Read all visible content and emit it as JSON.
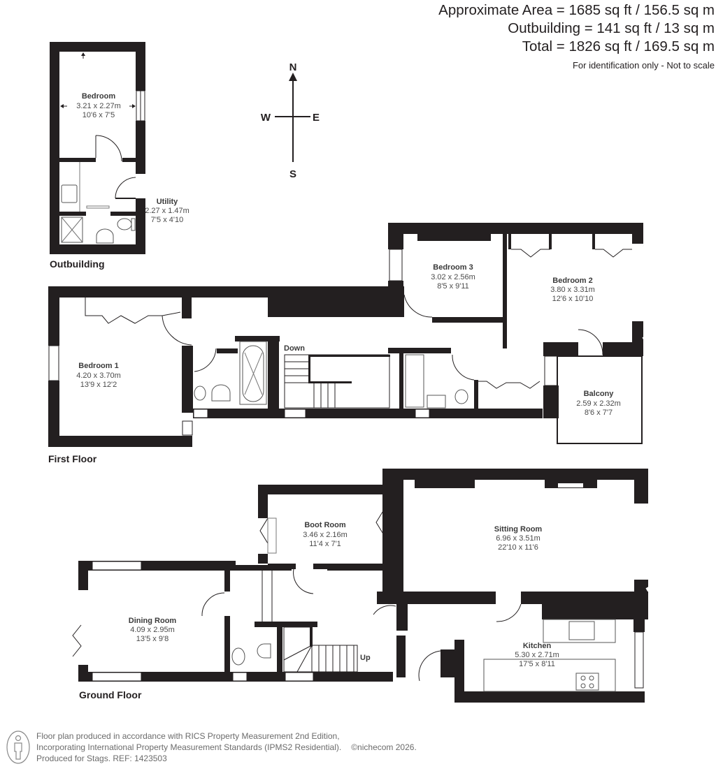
{
  "header": {
    "approximate_area": "Approximate Area = 1685 sq ft / 156.5 sq m",
    "outbuilding_area": "Outbuilding = 141 sq ft / 13 sq m",
    "total_area": "Total = 1826 sq ft / 169.5 sq m",
    "note": "For identification only - Not to scale"
  },
  "compass": {
    "north": "N",
    "south": "S",
    "east": "E",
    "west": "W"
  },
  "floors": {
    "outbuilding": {
      "label": "Outbuilding",
      "rooms": [
        {
          "name": "Bedroom",
          "metric": "3.21 x 2.27m",
          "imperial": "10'6 x 7'5"
        },
        {
          "name": "Utility",
          "metric": "2.27 x 1.47m",
          "imperial": "7'5 x 4'10"
        }
      ]
    },
    "first": {
      "label": "First Floor",
      "stairs": "Down",
      "rooms": [
        {
          "name": "Bedroom 1",
          "metric": "4.20 x 3.70m",
          "imperial": "13'9 x 12'2"
        },
        {
          "name": "Bedroom 3",
          "metric": "3.02 x 2.56m",
          "imperial": "8'5 x 9'11"
        },
        {
          "name": "Bedroom 2",
          "metric": "3.80 x 3.31m",
          "imperial": "12'6 x 10'10"
        },
        {
          "name": "Balcony",
          "metric": "2.59 x 2.32m",
          "imperial": "8'6 x 7'7"
        }
      ]
    },
    "ground": {
      "label": "Ground Floor",
      "stairs": "Up",
      "rooms": [
        {
          "name": "Boot Room",
          "metric": "3.46 x 2.16m",
          "imperial": "11'4 x 7'1"
        },
        {
          "name": "Sitting Room",
          "metric": "6.96 x 3.51m",
          "imperial": "22'10 x 11'6"
        },
        {
          "name": "Dining Room",
          "metric": "4.09 x 2.95m",
          "imperial": "13'5 x 9'8"
        },
        {
          "name": "Kitchen",
          "metric": "5.30 x 2.71m",
          "imperial": "17'5 x 8'11"
        }
      ]
    }
  },
  "footer": {
    "line1": "Floor plan produced in accordance with RICS Property Measurement 2nd Edition,",
    "line2": "Incorporating International Property Measurement Standards (IPMS2 Residential).",
    "copyright": "©nichecom 2026.",
    "line3": "Produced for Stags.   REF: 1423503"
  },
  "colors": {
    "wall": "#231f20",
    "text": "#231f20",
    "footer_text": "#6b6b6b"
  }
}
